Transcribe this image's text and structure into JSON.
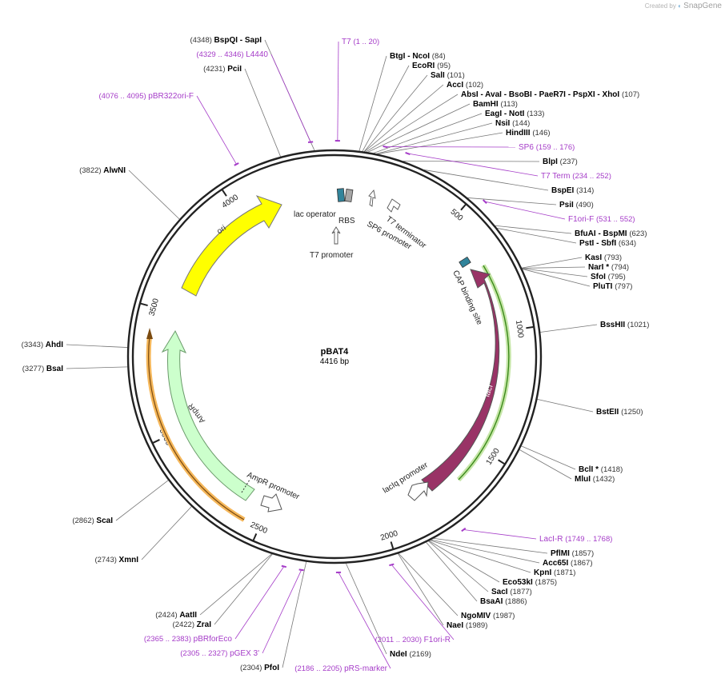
{
  "plasmid": {
    "name": "pBAT4",
    "size": "4416 bp",
    "length": 4416
  },
  "credit": {
    "prefix": "Created by",
    "brand": "SnapGene"
  },
  "ticks": [
    "500",
    "1000",
    "1500",
    "2000",
    "2500",
    "3000",
    "3500",
    "4000"
  ],
  "enzymes": [
    {
      "label": "BspQI   - SapI",
      "num": "(4348)"
    },
    {
      "label": "PciI",
      "num": "(4231)"
    },
    {
      "label": "AlwNI",
      "num": "(3822)"
    },
    {
      "label": "AhdI",
      "num": "(3343)"
    },
    {
      "label": "BsaI",
      "num": "(3277)"
    },
    {
      "label": "ScaI",
      "num": "(2862)"
    },
    {
      "label": "XmnI",
      "num": "(2743)"
    },
    {
      "label": "AatII",
      "num": "(2424)"
    },
    {
      "label": "ZraI",
      "num": "(2422)"
    },
    {
      "label": "PfoI",
      "num": "(2304)"
    },
    {
      "label": "NdeI",
      "num": "(2169)"
    },
    {
      "label": "BtgI   - NcoI",
      "num": "(84)"
    },
    {
      "label": "EcoRI",
      "num": "(95)"
    },
    {
      "label": "SalI",
      "num": "(101)"
    },
    {
      "label": "AccI",
      "num": "(102)"
    },
    {
      "label": "AbsI   - AvaI   - BsoBI   - PaeR7I   - PspXI   - XhoI",
      "num": "(107)"
    },
    {
      "label": "BamHI",
      "num": "(113)"
    },
    {
      "label": "EagI   - NotI",
      "num": "(133)"
    },
    {
      "label": "NsiI",
      "num": "(144)"
    },
    {
      "label": "HindIII",
      "num": "(146)"
    },
    {
      "label": "BlpI",
      "num": "(237)"
    },
    {
      "label": "BspEI",
      "num": "(314)"
    },
    {
      "label": "PsiI",
      "num": "(490)"
    },
    {
      "label": "BfuAI   - BspMI",
      "num": "(623)"
    },
    {
      "label": "PstI   - SbfI",
      "num": "(634)"
    },
    {
      "label": "KasI",
      "num": "(793)"
    },
    {
      "label": "NarI *",
      "num": "(794)"
    },
    {
      "label": "SfoI",
      "num": "(795)"
    },
    {
      "label": "PluTI",
      "num": "(797)"
    },
    {
      "label": "BssHII",
      "num": "(1021)"
    },
    {
      "label": "BstEII",
      "num": "(1250)"
    },
    {
      "label": "BclI *",
      "num": "(1418)"
    },
    {
      "label": "MluI",
      "num": "(1432)"
    },
    {
      "label": "PflMI",
      "num": "(1857)"
    },
    {
      "label": "Acc65I",
      "num": "(1867)"
    },
    {
      "label": "KpnI",
      "num": "(1871)"
    },
    {
      "label": "Eco53kI",
      "num": "(1875)"
    },
    {
      "label": "SacI",
      "num": "(1877)"
    },
    {
      "label": "BsaAI",
      "num": "(1886)"
    },
    {
      "label": "NgoMIV",
      "num": "(1987)"
    },
    {
      "label": "NaeI",
      "num": "(1989)"
    }
  ],
  "primers": [
    {
      "label": "T7",
      "range": "(1 .. 20)"
    },
    {
      "label": "L4440",
      "range": "(4329 .. 4346)"
    },
    {
      "label": "pBR322ori-F",
      "range": "(4076 .. 4095)"
    },
    {
      "label": "SP6",
      "range": "(159 .. 176)"
    },
    {
      "label": "T7 Term",
      "range": "(234 .. 252)"
    },
    {
      "label": "F1ori-F",
      "range": "(531 .. 552)"
    },
    {
      "label": "LacI-R",
      "range": "(1749 .. 1768)"
    },
    {
      "label": "F1ori-R",
      "range": "(2011 .. 2030)"
    },
    {
      "label": "pRS-marker",
      "range": "(2186 .. 2205)"
    },
    {
      "label": "pGEX 3'",
      "range": "(2305 .. 2327)"
    },
    {
      "label": "pBRforEco",
      "range": "(2365 .. 2383)"
    }
  ],
  "features": [
    {
      "label": "ori",
      "color": "#ffff00"
    },
    {
      "label": "AmpR",
      "color": "#ccffcc"
    },
    {
      "label": "AmpR promoter",
      "color": "#ffffff"
    },
    {
      "label": "lacI",
      "color": "#993366"
    },
    {
      "label": "lacIq promoter",
      "color": "#ffffff"
    },
    {
      "label": "CAP binding site",
      "color": "#31849b"
    },
    {
      "label": "lac operator",
      "color": "#31849b"
    },
    {
      "label": "RBS",
      "color": "#a6a6a6"
    },
    {
      "label": "T7 promoter",
      "color": "#ffffff"
    },
    {
      "label": "SP6 promoter",
      "color": "#ffffff"
    },
    {
      "label": "T7 terminator",
      "color": "#ffffff"
    }
  ],
  "colors": {
    "primer": "#a53cc8",
    "backbone": "#222222",
    "ori": "#ffff00",
    "ampr": "#ccffcc",
    "laci": "#993366",
    "orange_arc": "#f5b75a",
    "green_arc": "#66bb33"
  }
}
